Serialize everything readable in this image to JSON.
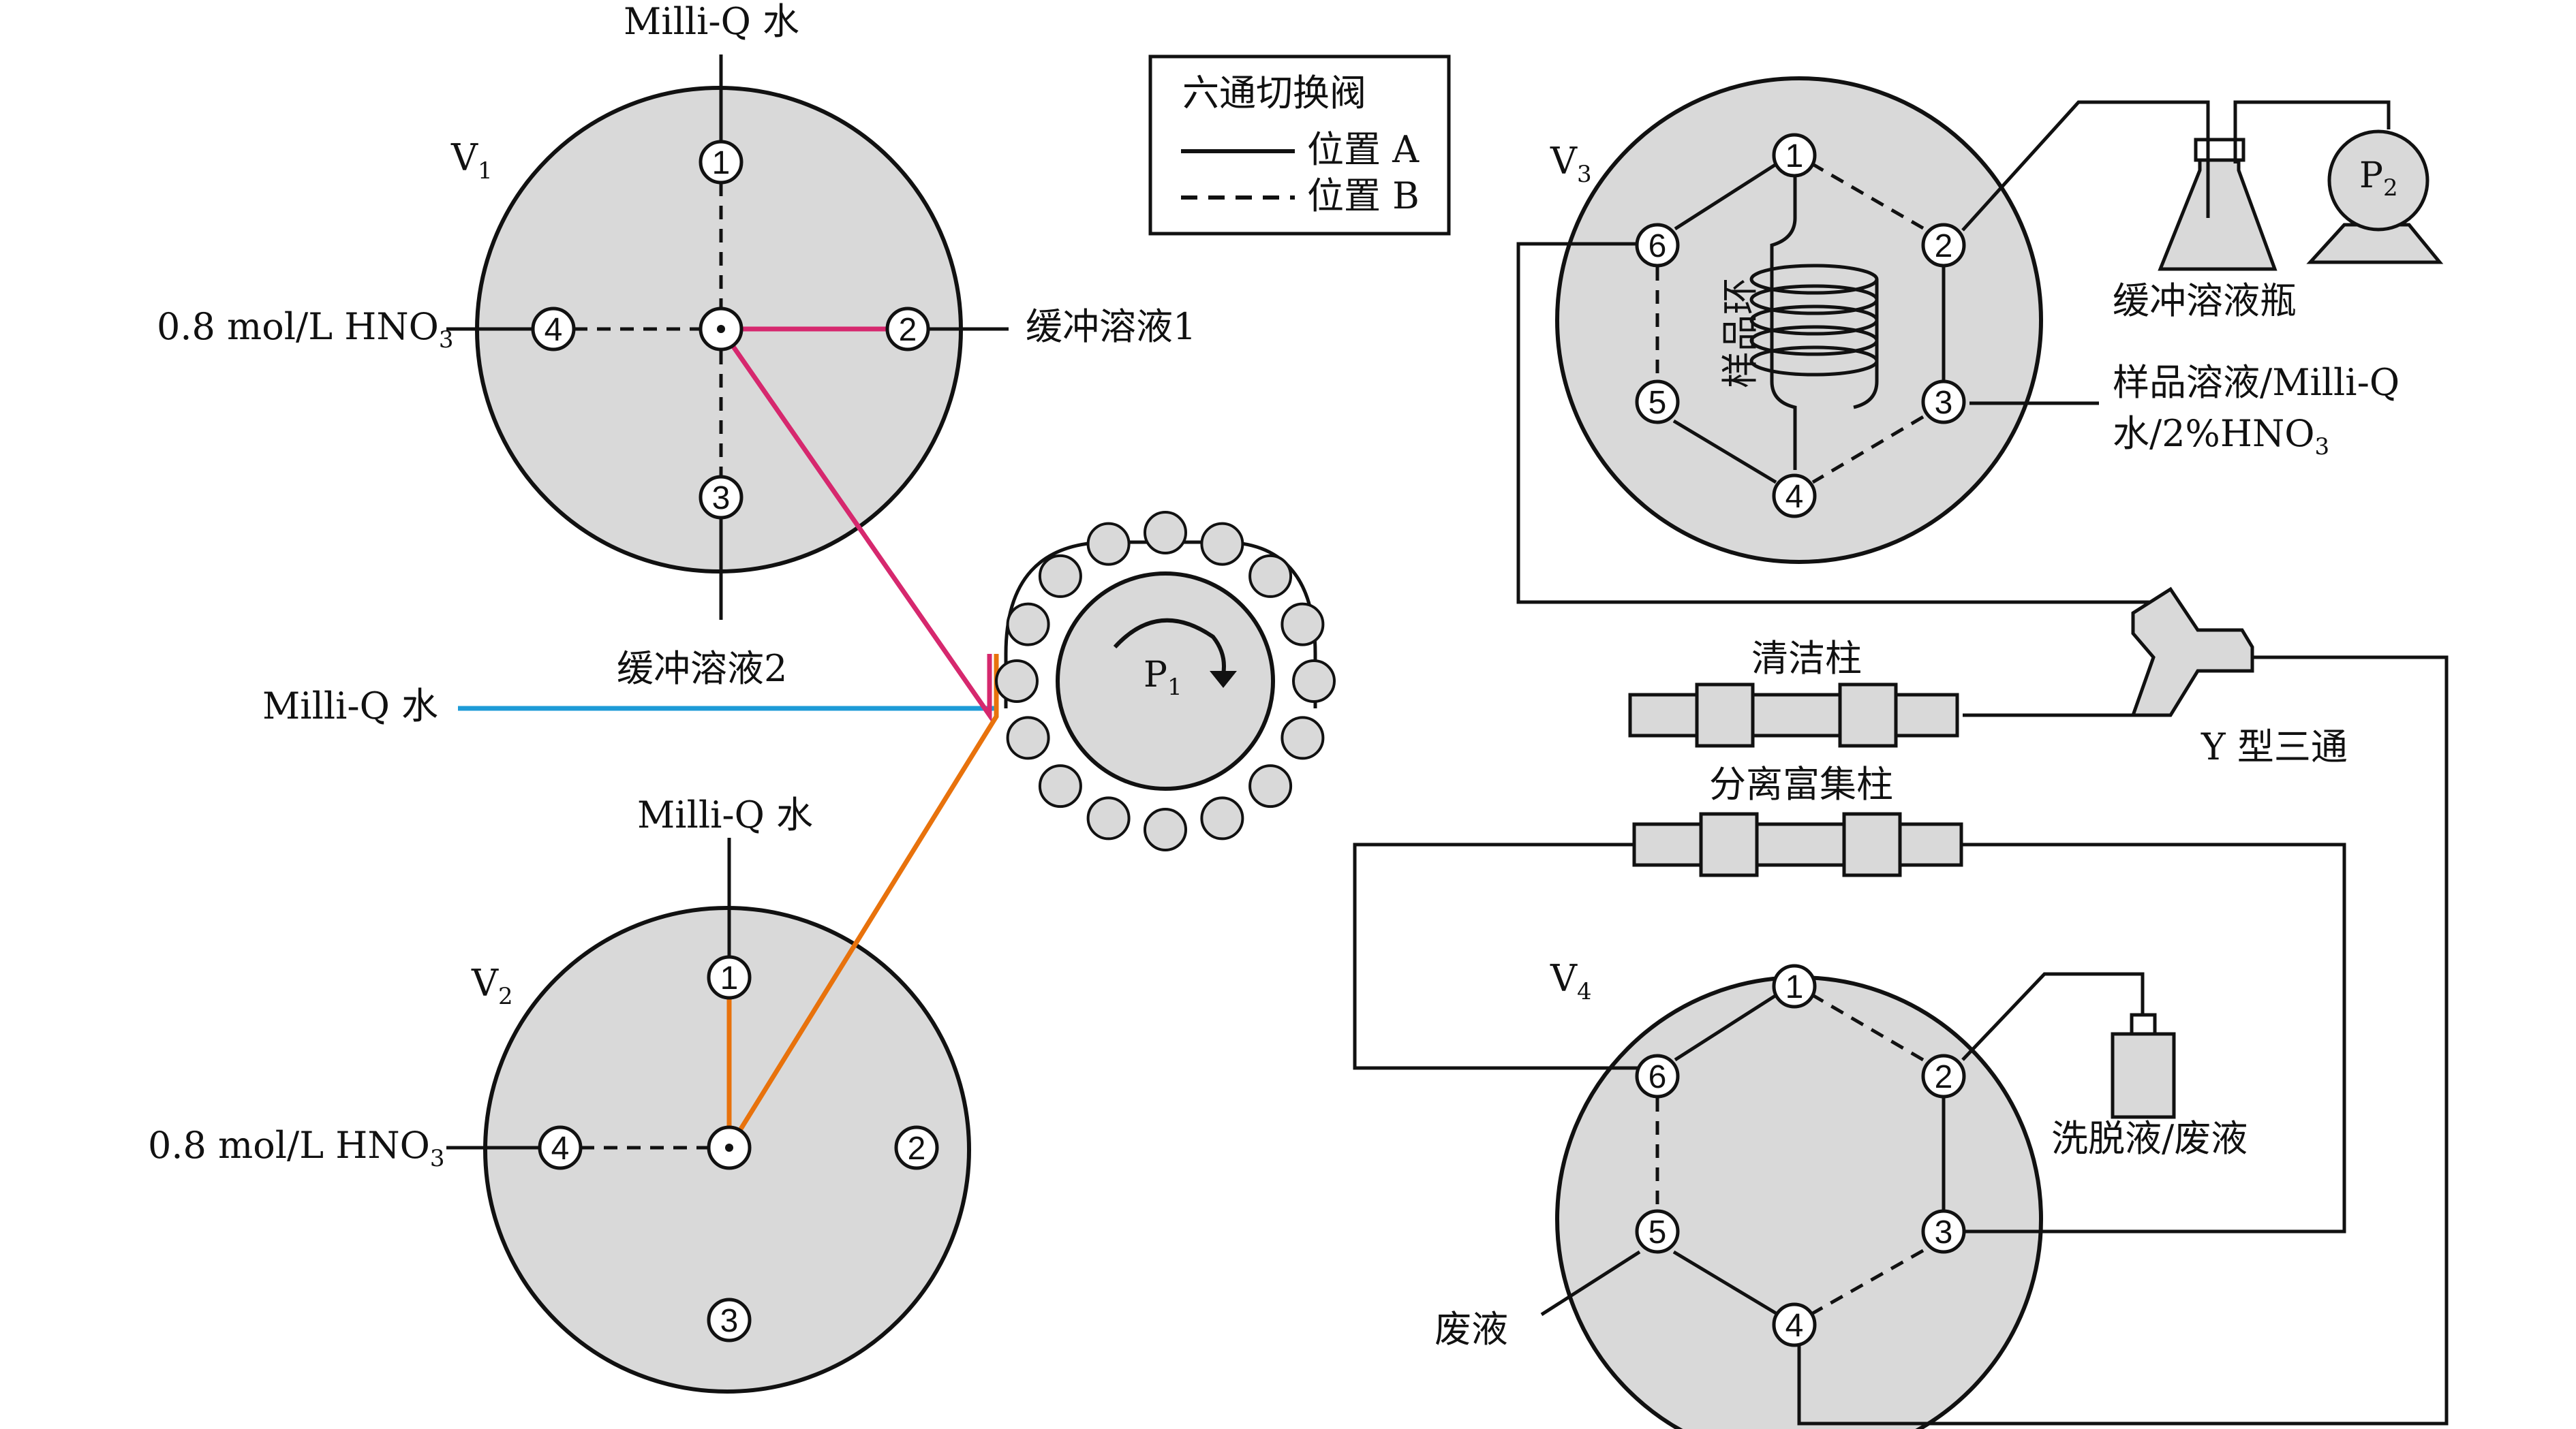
{
  "legend": {
    "title": "六通切换阀",
    "solid_label": "位置 A",
    "dashed_label": "位置 B"
  },
  "valves": {
    "v1": {
      "name": "V",
      "sub": "1",
      "ports": [
        "1",
        "2",
        "3",
        "4"
      ]
    },
    "v2": {
      "name": "V",
      "sub": "2",
      "ports": [
        "1",
        "2",
        "3",
        "4"
      ]
    },
    "v3": {
      "name": "V",
      "sub": "3",
      "ports": [
        "1",
        "2",
        "3",
        "4",
        "5",
        "6"
      ]
    },
    "v4": {
      "name": "V",
      "sub": "4",
      "ports": [
        "1",
        "2",
        "3",
        "4",
        "5",
        "6"
      ]
    }
  },
  "labels": {
    "v1_top": "Milli-Q 水",
    "v1_left_main": "0.8 mol/L HNO",
    "v1_left_sub": "3",
    "v1_right": "缓冲溶液1",
    "v1_bottom": "缓冲溶液2",
    "milliq_mid": "Milli-Q 水",
    "v2_top": "Milli-Q 水",
    "v2_left_main": "0.8 mol/L HNO",
    "v2_left_sub": "3",
    "pump1_name": "P",
    "pump1_sub": "1",
    "pump2_name": "P",
    "pump2_sub": "2",
    "buffer_bottle": "缓冲溶液瓶",
    "sample_loop": "样品环",
    "sample_line1": "样品溶液/Milli-Q",
    "sample_line2_main": "水/2%HNO",
    "sample_line2_sub": "3",
    "clean_column": "清洁柱",
    "sep_column": "分离富集柱",
    "y_tee": "Y 型三通",
    "eluate": "洗脱液/废液",
    "waste": "废液"
  },
  "colors": {
    "valve_fill": "#d9d9d9",
    "blue_line": "#1e9bd7",
    "pink_line": "#d6286e",
    "orange_line": "#e8720c",
    "outline": "#111111"
  }
}
